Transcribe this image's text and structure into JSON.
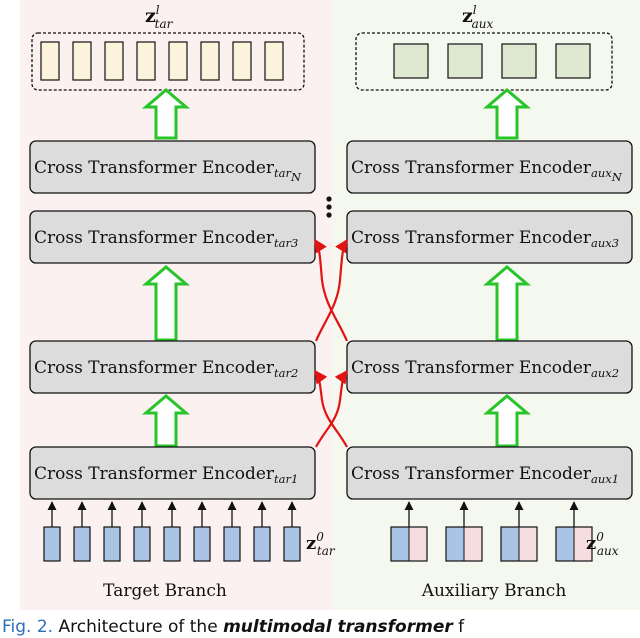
{
  "target": {
    "output_label_base": "z",
    "output_label_sup": "l",
    "output_label_sub": "tar",
    "input_label_base": "z",
    "input_label_sup": "0",
    "input_label_sub": "tar",
    "branch_label": "Target Branch",
    "encoder_label": "Cross Transformer Encoder",
    "encoder_subs": [
      "tar1",
      "tar2",
      "tar3",
      "tar"
    ],
    "encoder_top_sub_index": "N",
    "output_tokens": 8,
    "input_tokens": 9,
    "token_fill": "#fdf3dc",
    "input_fill": "#a9c4e4"
  },
  "auxiliary": {
    "output_label_base": "z",
    "output_label_sup": "l",
    "output_label_sub": "aux",
    "input_label_base": "z",
    "input_label_sup": "0",
    "input_label_sub": "aux",
    "branch_label": "Auxiliary Branch",
    "encoder_label": "Cross Transformer Encoder",
    "encoder_subs": [
      "aux1",
      "aux2",
      "aux3",
      "aux"
    ],
    "encoder_top_sub_index": "N",
    "output_tokens": 4,
    "input_tokens": 4,
    "token_fill": "#dfe9d2",
    "input_fill_left": "#a9c4e4",
    "input_fill_right": "#f5dde0"
  },
  "colors": {
    "target_bg": "#fbf1f0",
    "aux_bg": "#f5f8ef",
    "encoder_fill": "#dcdcdc",
    "up_arrow": "#27c42a",
    "cross_arrow": "#e01414"
  },
  "caption": {
    "prefix": "Fig. 2.",
    "middle": " Architecture of the ",
    "bold": "multimodal transformer",
    "suffix": " f"
  }
}
